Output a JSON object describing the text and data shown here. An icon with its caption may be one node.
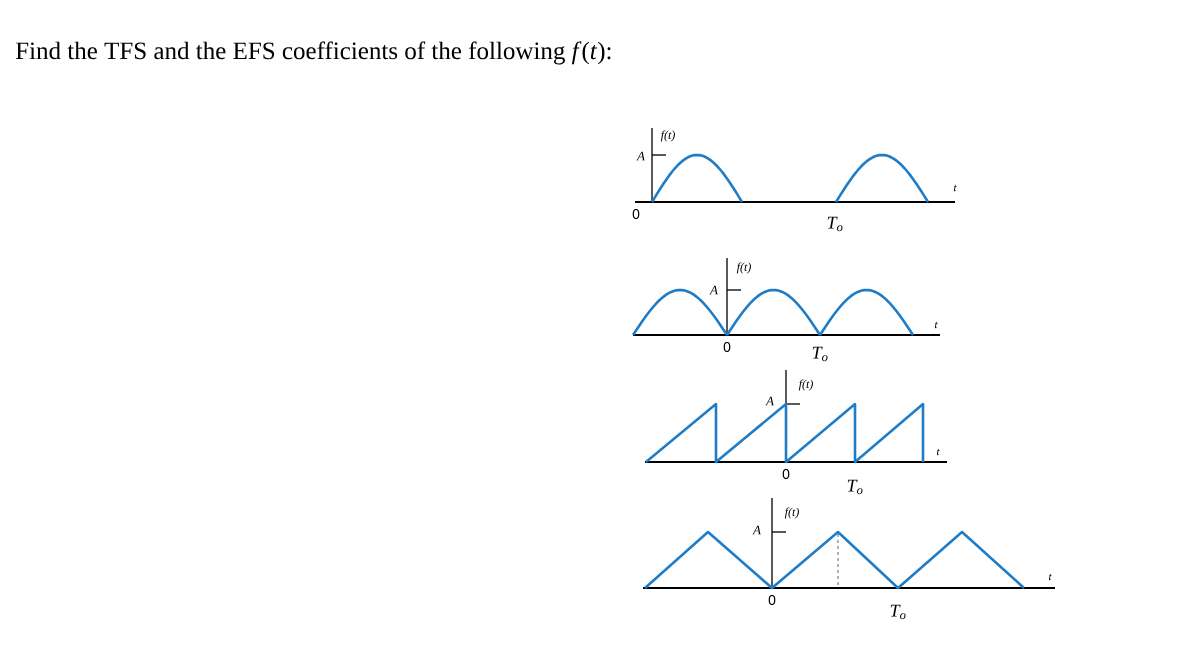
{
  "diagram": {
    "title": "Find the TFS and the EFS coefficients of the following *f*(*t*):",
    "labels": [
      "f(t)",
      "A",
      "t",
      "0",
      "T$_{o}$",
      "f(t)",
      "A",
      "t",
      "0",
      "T$_{o}$",
      "f(t)",
      "A",
      "t",
      "0",
      "T$_{o}$",
      "f(t)",
      "A",
      "t",
      "0",
      "T$_{o}$"
    ]
  }
}
